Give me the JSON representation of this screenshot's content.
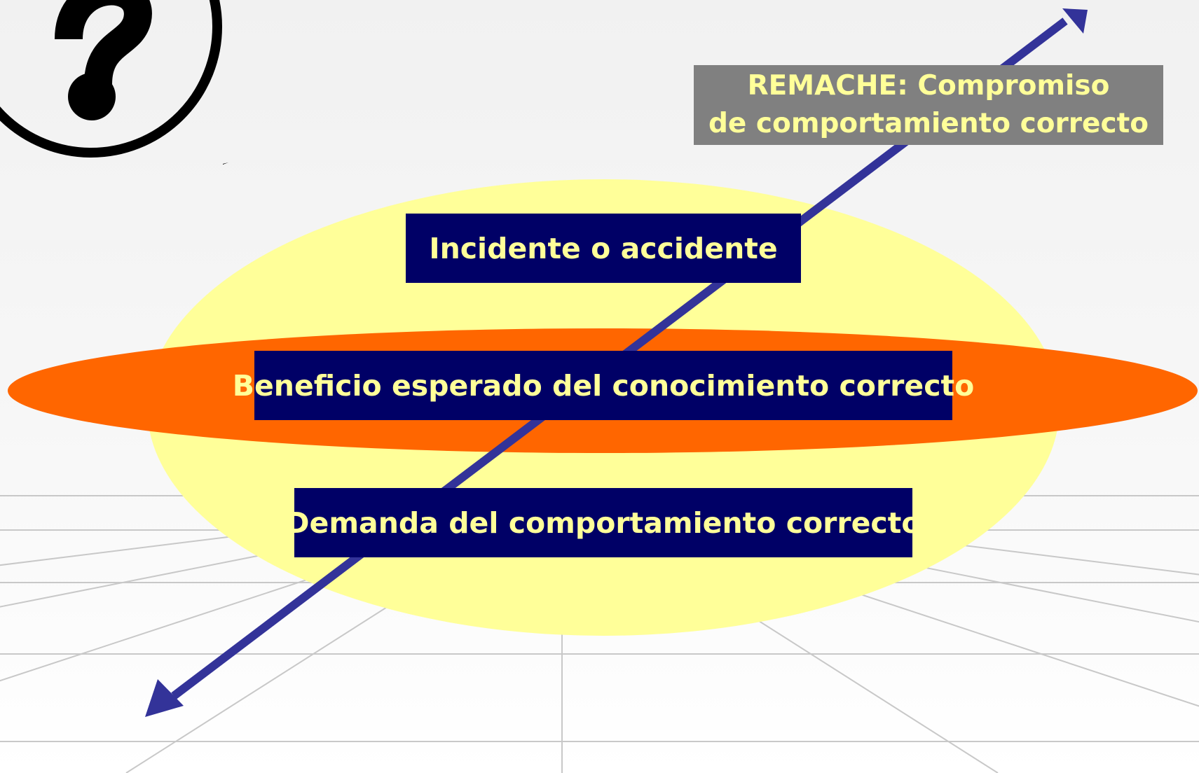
{
  "colors": {
    "text_yellow": "#ffff99",
    "navy_box": "#000066",
    "gray_box": "#808080",
    "outer_ellipse": "#ffff99",
    "inner_ellipse": "#ff6600",
    "arrow": "#333399",
    "grid_line": "#c8c8c8",
    "question_icon": "#000000"
  },
  "icons": {
    "question": "question-mark-icon"
  },
  "top_box": {
    "line1": "REMACHE: Compromiso",
    "line2": "de comportamiento correcto"
  },
  "boxes": {
    "incidente": "Incidente o accidente",
    "beneficio": "Beneficio esperado del conocimiento correcto",
    "demanda": "Demanda del comportamiento correcto"
  }
}
